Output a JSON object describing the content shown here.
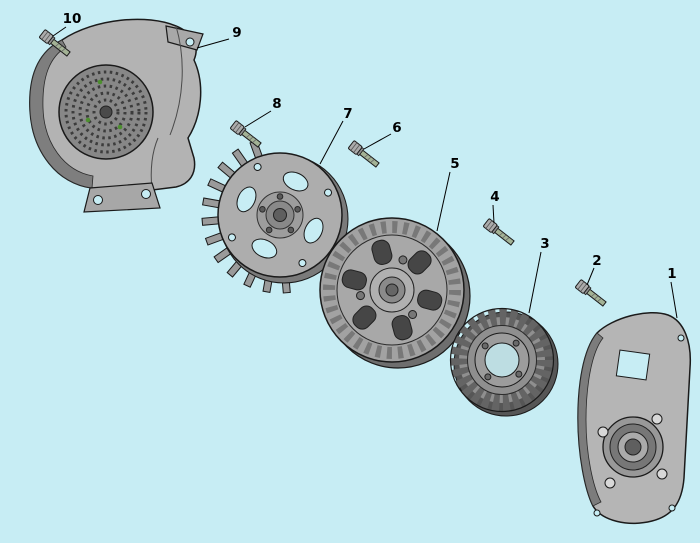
{
  "diagram": {
    "kind": "exploded-parts-diagram",
    "subject": "engine-blower-housing-flywheel-stator-assembly",
    "background_color": "#c7edf4",
    "outline_color": "#1a1a1a",
    "metal_color": "#adadad",
    "dark_metal_color": "#6e6e6e",
    "accent_green": "#4d8f2f"
  },
  "callouts": [
    {
      "label": "1"
    },
    {
      "label": "2"
    },
    {
      "label": "3"
    },
    {
      "label": "4"
    },
    {
      "label": "5"
    },
    {
      "label": "6"
    },
    {
      "label": "7"
    },
    {
      "label": "8"
    },
    {
      "label": "9"
    },
    {
      "label": "10"
    }
  ]
}
